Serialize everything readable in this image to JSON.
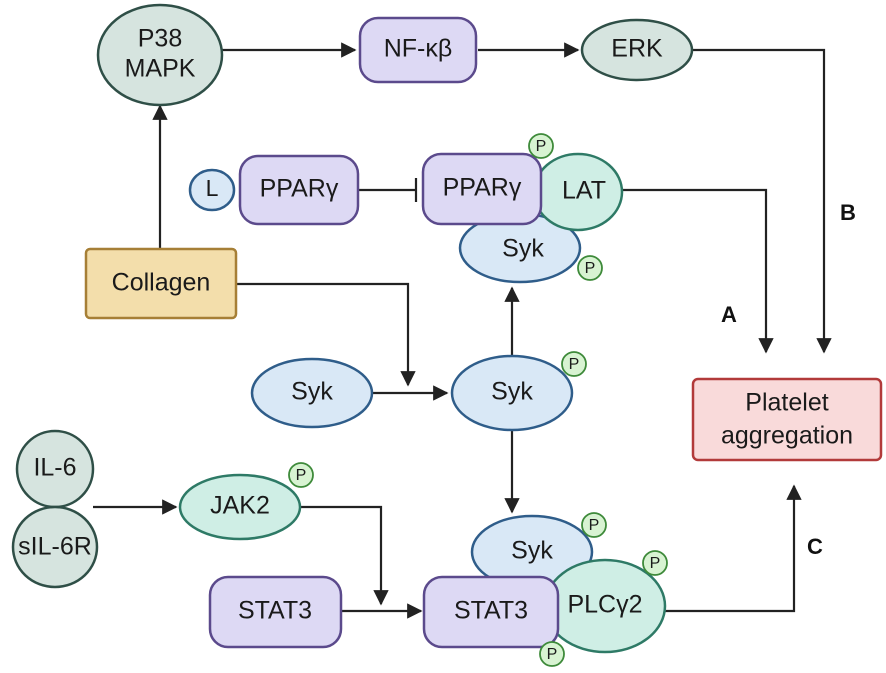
{
  "nodes": {
    "p38_line1": "P38",
    "p38_line2": "MAPK",
    "nfkb": "NF-κβ",
    "erk": "ERK",
    "ligand": "L",
    "ppar_left": "PPARγ",
    "ppar_right": "PPARγ",
    "lat": "LAT",
    "syk_top": "Syk",
    "collagen": "Collagen",
    "syk_left": "Syk",
    "syk_mid": "Syk",
    "il6": "IL-6",
    "sil6r": "sIL-6R",
    "jak2": "JAK2",
    "syk_bottom": "Syk",
    "plcg2": "PLCγ2",
    "stat3_left": "STAT3",
    "stat3_right": "STAT3",
    "platelet_line1": "Platelet",
    "platelet_line2": "aggregation"
  },
  "phospho_label": "P",
  "pathway_labels": {
    "a": "A",
    "b": "B",
    "c": "C"
  },
  "colors": {
    "mapk_family": "#d6e4df",
    "transcription": "#ddd9f4",
    "kinase": "#d9e8f6",
    "adaptor": "#cfeee5",
    "agonist": "#f3deab",
    "outcome": "#f9dada",
    "phosphate": "#d8f3d2"
  }
}
